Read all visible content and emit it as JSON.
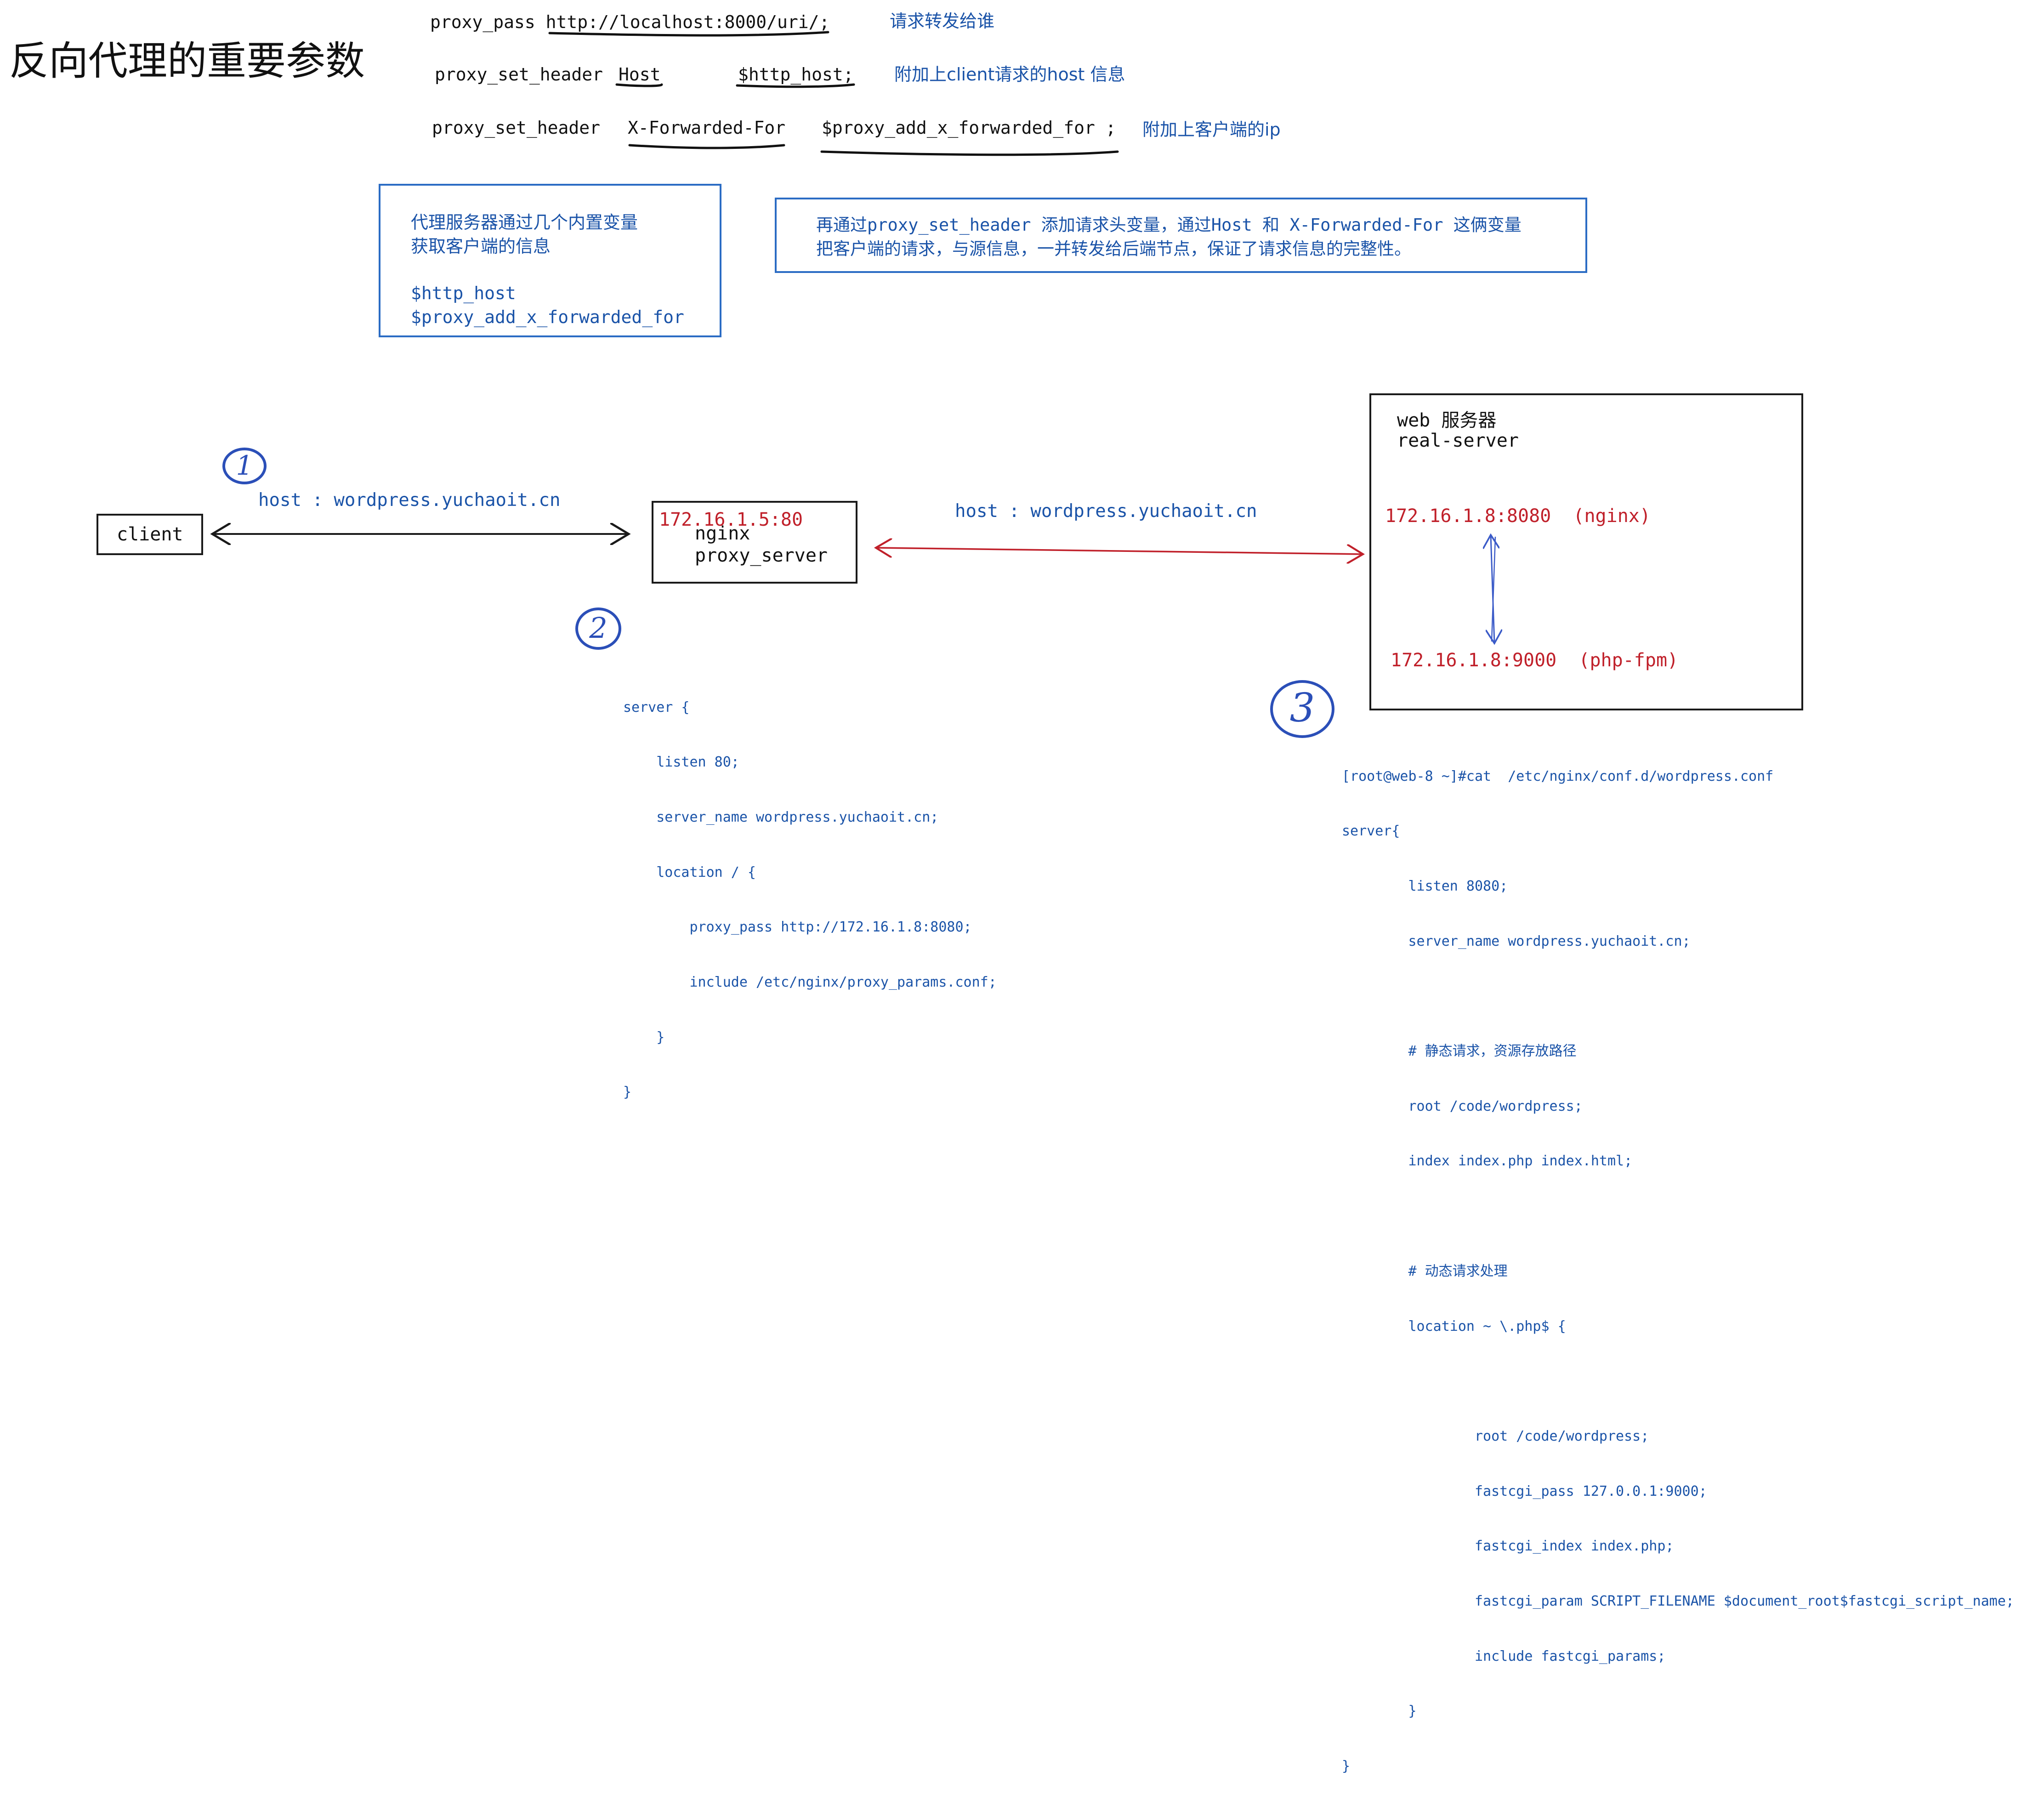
{
  "title": "反向代理的重要参数",
  "config_lines": [
    {
      "directive": "proxy_pass",
      "arg1": "http://localhost:8000/uri/",
      "arg1_suffix": ";",
      "arg2": "",
      "note": "请求转发给谁"
    },
    {
      "directive": "proxy_set_header",
      "arg1": "Host",
      "arg1_suffix": "",
      "arg2": "$http_host;",
      "note": "附加上client请求的host 信息"
    },
    {
      "directive": "proxy_set_header",
      "arg1": "X-Forwarded-For",
      "arg1_suffix": "",
      "arg2": "$proxy_add_x_forwarded_for ;",
      "note": "附加上客户端的ip"
    }
  ],
  "box_left": {
    "lines": [
      "代理服务器通过几个内置变量",
      "获取客户端的信息",
      "",
      "$http_host",
      "$proxy_add_x_forwarded_for"
    ]
  },
  "box_right": {
    "lines": [
      "再通过proxy_set_header 添加请求头变量，通过Host 和 X-Forwarded-For 这俩变量",
      "把客户端的请求，与源信息，一并转发给后端节点，保证了请求信息的完整性。"
    ]
  },
  "client": {
    "label": "client"
  },
  "host_label_1": "host : wordpress.yuchaoit.cn",
  "host_label_2": "host : wordpress.yuchaoit.cn",
  "proxy": {
    "ip": "172.16.1.5:80",
    "name": "nginx",
    "role": "proxy_server"
  },
  "web": {
    "title": "web 服务器",
    "subtitle": "real-server",
    "nginx": "172.16.1.8:8080  (nginx)",
    "php": "172.16.1.8:9000  (php-fpm)"
  },
  "steps": [
    "1",
    "2",
    "3"
  ],
  "proxy_conf": {
    "lines": [
      "server {",
      "    listen 80;",
      "    server_name wordpress.yuchaoit.cn;",
      "    location / {",
      "        proxy_pass http://172.16.1.8:8080;",
      "        include /etc/nginx/proxy_params.conf;",
      "    }",
      "}"
    ]
  },
  "web_conf": {
    "lines": [
      "[root@web-8 ~]#cat  /etc/nginx/conf.d/wordpress.conf",
      "server{",
      "        listen 8080;",
      "        server_name wordpress.yuchaoit.cn;",
      "",
      "        # 静态请求，资源存放路径",
      "        root /code/wordpress;",
      "        index index.php index.html;",
      "",
      "        # 动态请求处理",
      "        location ~ \\.php$ {",
      "",
      "                root /code/wordpress;",
      "                fastcgi_pass 127.0.0.1:9000;",
      "                fastcgi_index index.php;",
      "                fastcgi_param SCRIPT_FILENAME $document_root$fastcgi_script_name;",
      "                include fastcgi_params;",
      "        }",
      "}"
    ]
  },
  "colors": {
    "blue": "#1a53a8",
    "red": "#c0202a",
    "border_blue": "#2b6cc4",
    "ink": "#111111"
  }
}
